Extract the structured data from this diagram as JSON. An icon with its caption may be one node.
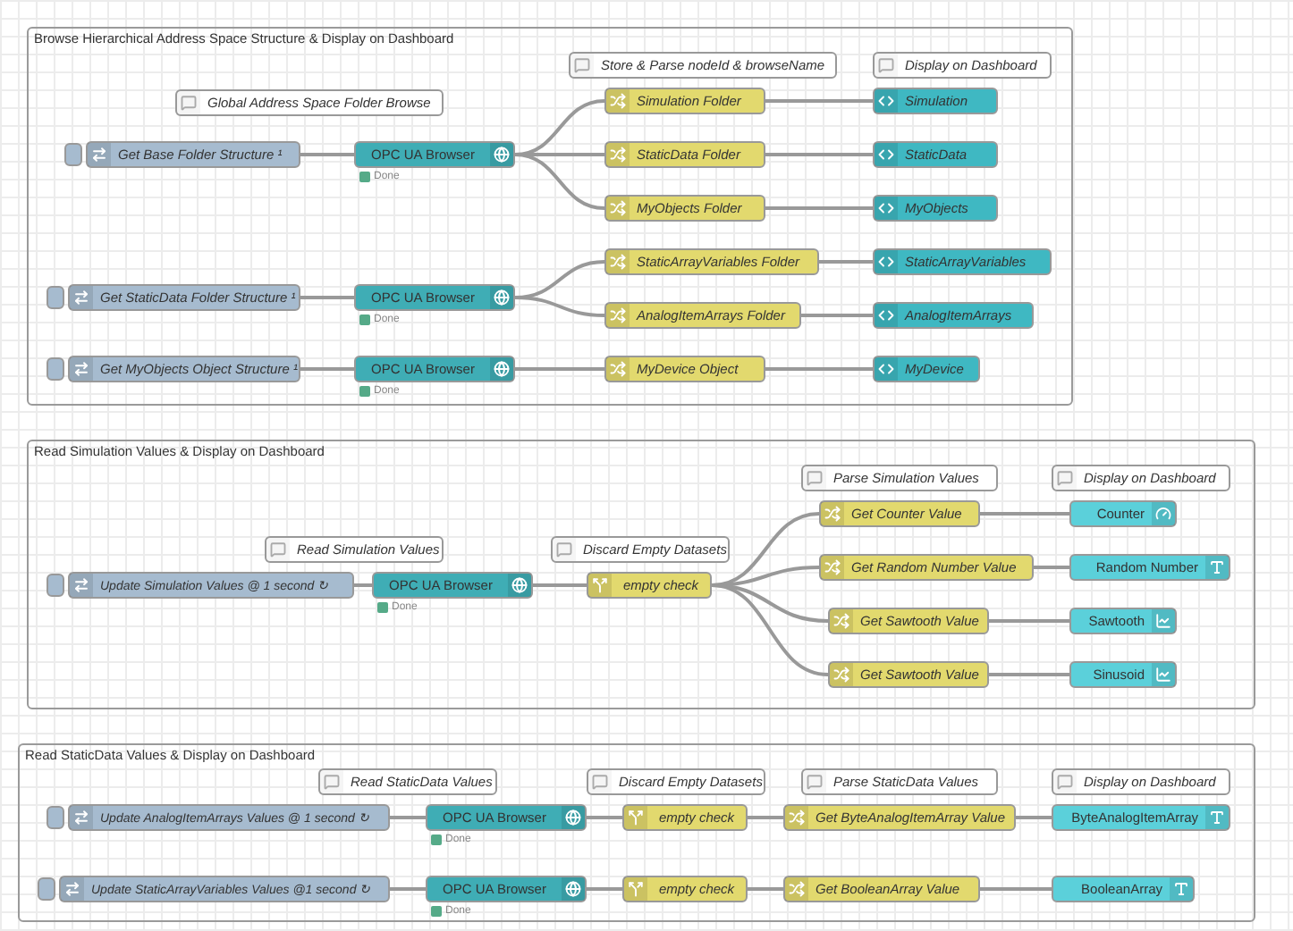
{
  "diagram": {
    "nodes": [
      {
        "text": [
          "Browse Hierarchical Address Space Structure & Display on Dashboard"
        ]
      },
      {
        "text": [
          "Global Address Space Folder Browse"
        ],
        "in": 0
      },
      {
        "text": [
          "Store & Parse nodeId & browseName"
        ],
        "in": 0
      },
      {
        "text": [
          "Display on Dashboard"
        ],
        "in": 0
      },
      {
        "text": [
          "Get Base Folder Structure ¹"
        ],
        "in": 0
      },
      {
        "text": [
          "OPC UA Browser"
        ],
        "beside": [
          "Done"
        ],
        "in": 0
      },
      {
        "text": [
          "Simulation Folder"
        ],
        "in": 0
      },
      {
        "text": [
          "Simulation"
        ],
        "in": 0
      },
      {
        "text": [
          "StaticData Folder"
        ],
        "in": 0
      },
      {
        "text": [
          "StaticData"
        ],
        "in": 0
      },
      {
        "text": [
          "MyObjects Folder"
        ],
        "in": 0
      },
      {
        "text": [
          "MyObjects"
        ],
        "in": 0
      },
      {
        "text": [
          "StaticArrayVariables Folder"
        ],
        "in": 0
      },
      {
        "text": [
          "StaticArrayVariables"
        ],
        "in": 0
      },
      {
        "text": [
          "Get StaticData Folder Structure ¹"
        ],
        "in": 0
      },
      {
        "text": [
          "OPC UA Browser"
        ],
        "beside": [
          "Done"
        ],
        "in": 0
      },
      {
        "text": [
          "AnalogItemArrays Folder"
        ],
        "in": 0
      },
      {
        "text": [
          "AnalogItemArrays"
        ],
        "in": 0
      },
      {
        "text": [
          "Get MyObjects Object Structure ¹"
        ],
        "in": 0
      },
      {
        "text": [
          "OPC UA Browser"
        ],
        "beside": [
          "Done"
        ],
        "in": 0
      },
      {
        "text": [
          "MyDevice Object"
        ],
        "in": 0
      },
      {
        "text": [
          "MyDevice"
        ],
        "in": 0
      },
      {
        "text": [
          "Read Simulation Values & Display on Dashboard"
        ]
      },
      {
        "text": [
          "Parse Simulation Values"
        ],
        "in": 22
      },
      {
        "text": [
          "Display on Dashboard"
        ],
        "in": 22
      },
      {
        "text": [
          "Get Counter Value"
        ],
        "in": 22
      },
      {
        "text": [
          "Counter"
        ],
        "in": 22
      },
      {
        "text": [
          "Read Simulation Values"
        ],
        "in": 22
      },
      {
        "text": [
          "Discard Empty Datasets"
        ],
        "in": 22
      },
      {
        "text": [
          "Get Random Number Value"
        ],
        "in": 22
      },
      {
        "text": [
          "Random Number"
        ],
        "in": 22
      },
      {
        "text": [
          "Update Simulation Values @ 1 second ↻"
        ],
        "in": 22
      },
      {
        "text": [
          "OPC UA Browser"
        ],
        "beside": [
          "Done"
        ],
        "in": 22
      },
      {
        "text": [
          "empty check"
        ],
        "in": 22
      },
      {
        "text": [
          "Get Sawtooth Value"
        ],
        "in": 22
      },
      {
        "text": [
          "Sawtooth"
        ],
        "in": 22
      },
      {
        "text": [
          "Get Sawtooth Value"
        ],
        "in": 22
      },
      {
        "text": [
          "Sinusoid"
        ],
        "in": 22
      },
      {
        "text": [
          "Read StaticData Values & Display on Dashboard"
        ]
      },
      {
        "text": [
          "Read StaticData Values"
        ],
        "in": 38
      },
      {
        "text": [
          "Discard Empty Datasets"
        ],
        "in": 38
      },
      {
        "text": [
          "Parse StaticData Values"
        ],
        "in": 38
      },
      {
        "text": [
          "Display on Dashboard"
        ],
        "in": 38
      },
      {
        "text": [
          "Update AnalogItemArrays Values @ 1 second ↻"
        ],
        "in": 38
      },
      {
        "text": [
          "OPC UA Browser"
        ],
        "beside": [
          "Done"
        ],
        "in": 38
      },
      {
        "text": [
          "empty check"
        ],
        "in": 38
      },
      {
        "text": [
          "Get ByteAnalogItemArray Value"
        ],
        "in": 38
      },
      {
        "text": [
          "ByteAnalogItemArray"
        ],
        "in": 38
      },
      {
        "text": [
          "Update StaticArrayVariables Values @1 second ↻"
        ],
        "in": 38
      },
      {
        "text": [
          "OPC UA Browser"
        ],
        "beside": [
          "Done"
        ],
        "in": 38
      },
      {
        "text": [
          "empty check"
        ],
        "in": 38
      },
      {
        "text": [
          "Get BooleanArray Value"
        ],
        "in": 38
      },
      {
        "text": [
          "BooleanArray"
        ],
        "in": 38
      }
    ],
    "edges": [
      {
        "from": 4,
        "to": 5,
        "arrow": "none"
      },
      {
        "from": 5,
        "to": 6,
        "arrow": "none"
      },
      {
        "from": 5,
        "to": 8,
        "arrow": "none"
      },
      {
        "from": 5,
        "to": 10,
        "arrow": "none"
      },
      {
        "from": 6,
        "to": 7,
        "arrow": "none"
      },
      {
        "from": 8,
        "to": 9,
        "arrow": "none"
      },
      {
        "from": 10,
        "to": 11,
        "arrow": "none"
      },
      {
        "from": 14,
        "to": 15,
        "arrow": "none"
      },
      {
        "from": 15,
        "to": 12,
        "arrow": "none"
      },
      {
        "from": 15,
        "to": 16,
        "arrow": "none"
      },
      {
        "from": 12,
        "to": 13,
        "arrow": "none"
      },
      {
        "from": 16,
        "to": 17,
        "arrow": "none"
      },
      {
        "from": 18,
        "to": 19,
        "arrow": "none"
      },
      {
        "from": 19,
        "to": 20,
        "arrow": "none"
      },
      {
        "from": 20,
        "to": 21,
        "arrow": "none"
      },
      {
        "from": 31,
        "to": 32,
        "arrow": "none"
      },
      {
        "from": 32,
        "to": 33,
        "arrow": "none"
      },
      {
        "from": 33,
        "to": 25,
        "arrow": "none"
      },
      {
        "from": 33,
        "to": 29,
        "arrow": "none"
      },
      {
        "from": 33,
        "to": 34,
        "arrow": "none"
      },
      {
        "from": 33,
        "to": 36,
        "arrow": "none"
      },
      {
        "from": 25,
        "to": 26,
        "arrow": "none"
      },
      {
        "from": 29,
        "to": 30,
        "arrow": "none"
      },
      {
        "from": 34,
        "to": 35,
        "arrow": "none"
      },
      {
        "from": 36,
        "to": 37,
        "arrow": "none"
      },
      {
        "from": 43,
        "to": 44,
        "arrow": "none"
      },
      {
        "from": 44,
        "to": 45,
        "arrow": "none"
      },
      {
        "from": 45,
        "to": 46,
        "arrow": "none"
      },
      {
        "from": 46,
        "to": 47,
        "arrow": "none"
      },
      {
        "from": 48,
        "to": 49,
        "arrow": "none"
      },
      {
        "from": 49,
        "to": 50,
        "arrow": "none"
      },
      {
        "from": 50,
        "to": 51,
        "arrow": "none"
      },
      {
        "from": 51,
        "to": 52,
        "arrow": "none"
      }
    ]
  }
}
